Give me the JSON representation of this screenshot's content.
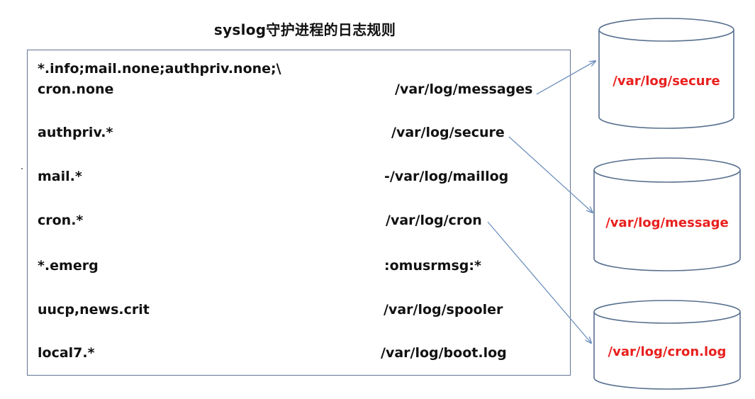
{
  "title": "syslog守护进程的日志规则",
  "rules": {
    "first_line": "*.info;mail.none;authpriv.none;\\",
    "items": [
      {
        "selector": "cron.none",
        "action": "/var/log/messages"
      },
      {
        "selector": "authpriv.*",
        "action": "/var/log/secure"
      },
      {
        "selector": "mail.*",
        "action": "-/var/log/maillog"
      },
      {
        "selector": "cron.*",
        "action": "/var/log/cron"
      },
      {
        "selector": "*.emerg",
        "action": ":omusrmsg:*"
      },
      {
        "selector": "uucp,news.crit",
        "action": "/var/log/spooler"
      },
      {
        "selector": "local7.*",
        "action": "/var/log/boot.log"
      }
    ]
  },
  "databases": [
    {
      "label": "/var/log/secure"
    },
    {
      "label": "/var/log/message"
    },
    {
      "label": "/var/log/cron.log"
    }
  ],
  "colors": {
    "text": "#111111",
    "box_border": "#5f7393",
    "db_label": "#e8201e",
    "arrow": "#6f91bd",
    "cylinder_stroke": "#58708f"
  }
}
